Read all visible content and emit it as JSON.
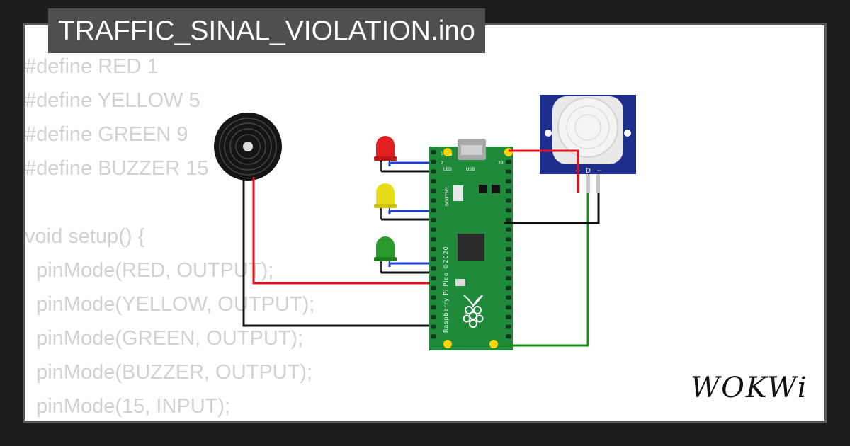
{
  "file_title": "TRAFFIC_SINAL_VIOLATION.ino",
  "code_lines": [
    "#define RED 1",
    "#define YELLOW 5",
    "#define GREEN 9",
    "#define BUZZER 15",
    "",
    "void setup() {",
    "  pinMode(RED, OUTPUT);",
    "  pinMode(YELLOW, OUTPUT);",
    "  pinMode(GREEN, OUTPUT);",
    "  pinMode(BUZZER, OUTPUT);",
    "  pinMode(15, INPUT);"
  ],
  "board": {
    "label": "Raspberry Pi Pico ©2020",
    "bootsel_label": "BOOTSEL",
    "usb_label": "USB",
    "led_label": "LED",
    "pin_1_label": "1",
    "pin_2_label": "2",
    "pin_39_label": "39"
  },
  "pir_labels": [
    "+",
    "D",
    "−"
  ],
  "brand": "WOKWi",
  "colors": {
    "board_green": "#1f8a3a",
    "wire_red": "#e8101e",
    "wire_blue": "#1f3fd2",
    "wire_green": "#1a8a1a",
    "wire_black": "#111111",
    "led_red": "#e21f1f",
    "led_yellow": "#e6dc17",
    "led_green": "#2a9a2a",
    "pir_blue": "#1f2e8c",
    "title_bg": "#4f4f4f"
  }
}
